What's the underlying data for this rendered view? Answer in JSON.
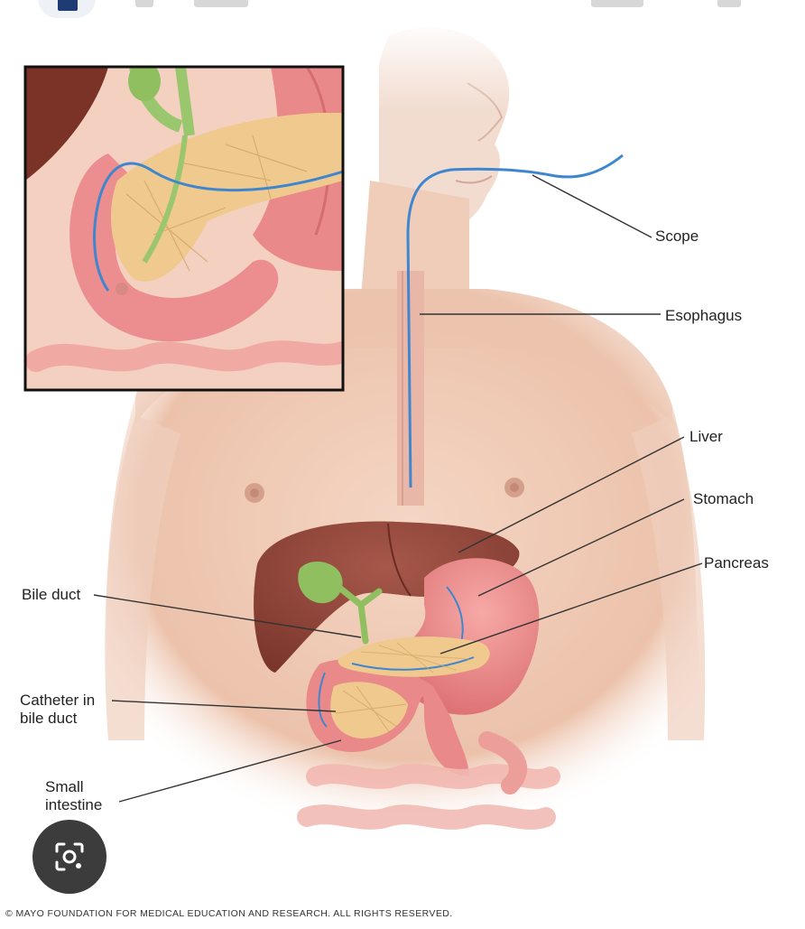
{
  "labels": {
    "scope": "Scope",
    "esophagus": "Esophagus",
    "liver": "Liver",
    "stomach": "Stomach",
    "pancreas": "Pancreas",
    "bile_duct": "Bile duct",
    "catheter": "Catheter in\nbile duct",
    "small_intestine": "Small\nintestine"
  },
  "copyright": "© MAYO FOUNDATION FOR MEDICAL EDUCATION AND RESEARCH. ALL RIGHTS RESERVED.",
  "lens_button": {
    "icon": "image-search-icon"
  },
  "colors": {
    "skin": "#f1cdb8",
    "liver": "#8e4538",
    "stomach": "#e8878a",
    "pancreas": "#efc98e",
    "gallbladder": "#8fbf5f",
    "scope": "#3f86cf",
    "inset_border": "#111111"
  }
}
